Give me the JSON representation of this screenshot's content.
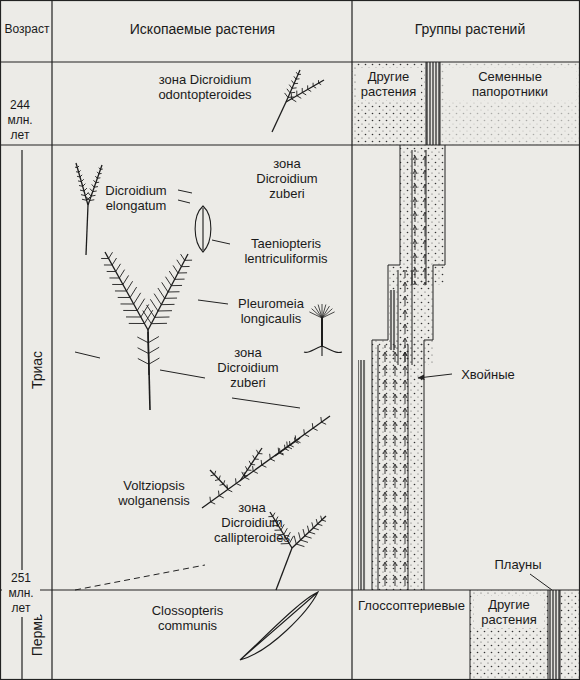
{
  "diagram": {
    "nodes": [
      {
        "text": [
          "Триас"
        ]
      },
      {
        "text": [
          "Пермь"
        ]
      },
      {
        "text": [
          "Другие растения"
        ]
      },
      {
        "text": [
          "Семенные папоротники"
        ]
      },
      {
        "text": [
          "Глоссоптериевые"
        ]
      },
      {
        "text": [
          "Другие растения"
        ]
      }
    ],
    "labels": [
      "Возраст",
      "Ископаемые растения",
      "Группы растений",
      "244 млн. лет",
      "зона Dicroidium odontopteroides",
      "Dicroidium elongatum",
      "зона Dicroidium zuberi",
      "Taeniopteris lentriculiformis",
      "Pleuromeia longicaulis",
      "зона Dicroidium zuberi",
      "Voltziopsis wolganensis",
      "зона Dicroidium callipteroides",
      "Хвойные",
      "251 млн. лет",
      "Плауны",
      "Clossopteris communis"
    ]
  }
}
